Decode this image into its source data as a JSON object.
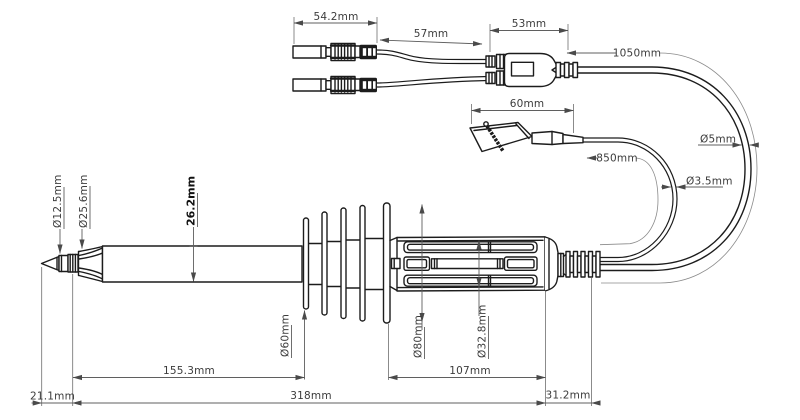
{
  "drawing": {
    "dimensions": {
      "plug_length": "54.2mm",
      "plug_to_splitter": "57mm",
      "splitter_length": "53mm",
      "main_cable_length": "1050mm",
      "clip_length": "60mm",
      "clip_cable_length": "850mm",
      "main_cable_diameter": "Ø5mm",
      "clip_cable_diameter": "Ø3.5mm",
      "tip_diameter": "Ø12.5mm",
      "horn_diameter": "Ø25.6mm",
      "body_diameter": "26.2mm",
      "front_fin_diameter": "Ø60mm",
      "rear_fin_diameter": "Ø80mm",
      "handle_diameter": "Ø32.8mm",
      "tip_length": "21.1mm",
      "front_section_length": "155.3mm",
      "handle_length": "107mm",
      "total_length": "318mm",
      "strain_relief_length": "31.2mm"
    }
  }
}
